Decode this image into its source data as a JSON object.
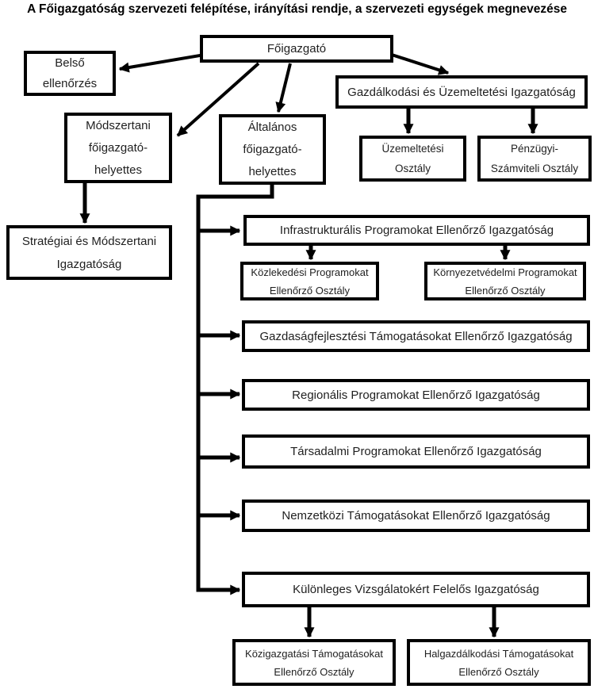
{
  "title": "A Főigazgatóság szervezeti felépítése, irányítási rendje, a szervezeti egységek megnevezése",
  "colors": {
    "line": "#000000",
    "box_fill": "#ffffff",
    "text": "#1f1f1f"
  },
  "nodes": {
    "foigazgato": {
      "label": "Főigazgató"
    },
    "belso_ellenorzes": {
      "label": "Belső\nellenőrzés"
    },
    "gazdalkodasi": {
      "label": "Gazdálkodási és Üzemeltetési Igazgatóság"
    },
    "modszertani_helyettes": {
      "label": "Módszertani\nfőigazgató-\nhelyettes"
    },
    "altalanos_helyettes": {
      "label": "Általános\nfőigazgató-\nhelyettes"
    },
    "uzemeltetesi_osztaly": {
      "label": "Üzemeltetési\nOsztály"
    },
    "penzugyi_osztaly": {
      "label": "Pénzügyi-\nSzámviteli Osztály"
    },
    "strategiai": {
      "label": "Stratégiai és Módszertani\nIgazgatóság"
    },
    "infrastrukturalis": {
      "label": "Infrastrukturális Programokat Ellenőrző Igazgatóság"
    },
    "kozlekedesi_osztaly": {
      "label": "Közlekedési Programokat\nEllenőrző Osztály"
    },
    "kornyezetvedelmi_osztaly": {
      "label": "Környezetvédelmi Programokat\nEllenőrző Osztály"
    },
    "gazdasagfejlesztesi": {
      "label": "Gazdaságfejlesztési Támogatásokat Ellenőrző Igazgatóság"
    },
    "regionalis": {
      "label": "Regionális Programokat Ellenőrző Igazgatóság"
    },
    "tarsadalmi": {
      "label": "Társadalmi Programokat Ellenőrző Igazgatóság"
    },
    "nemzetkozi": {
      "label": "Nemzetközi Támogatásokat Ellenőrző Igazgatóság"
    },
    "kulonleges": {
      "label": "Különleges Vizsgálatokért Felelős Igazgatóság"
    },
    "kozigazgatasi_osztaly": {
      "label": "Közigazgatási Támogatásokat\nEllenőrző Osztály"
    },
    "halgazdalkodasi_osztaly": {
      "label": "Halgazdálkodási Támogatásokat\nEllenőrző Osztály"
    }
  }
}
